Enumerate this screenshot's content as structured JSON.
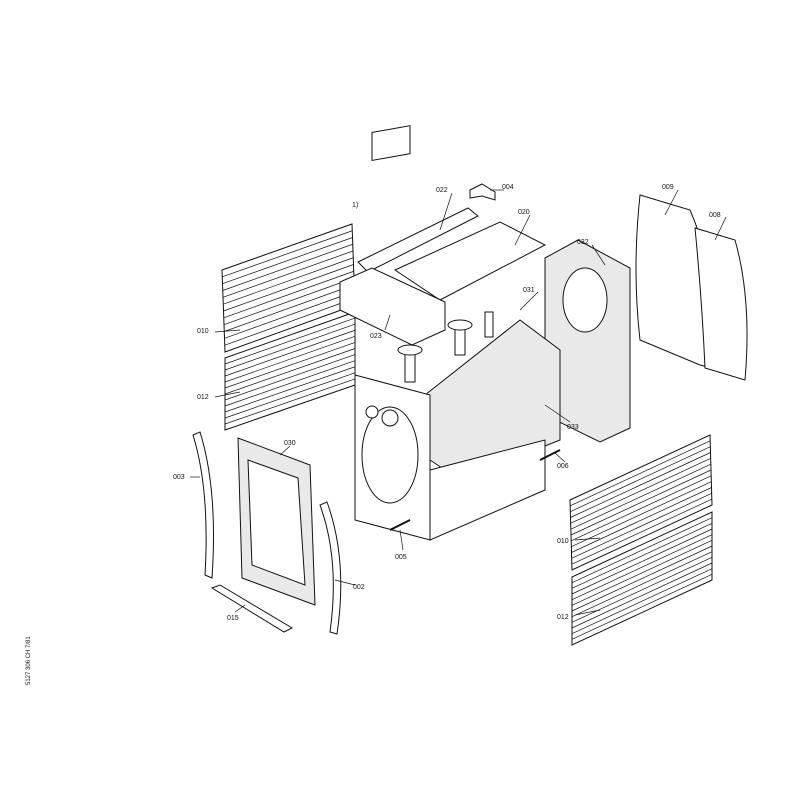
{
  "diagram": {
    "part_labels": {
      "p1": "1)",
      "p022": "022",
      "p004": "004",
      "p020": "020",
      "p009": "009",
      "p008": "008",
      "p032": "032",
      "p031": "031",
      "p010a": "010",
      "p023": "023",
      "p012a": "012",
      "p033": "033",
      "p006": "006",
      "p030": "030",
      "p003": "003",
      "p005": "005",
      "p002": "002",
      "p010b": "010",
      "p012b": "012",
      "p015": "015"
    },
    "drawing_ref": "5127 306 CH   7/81"
  }
}
